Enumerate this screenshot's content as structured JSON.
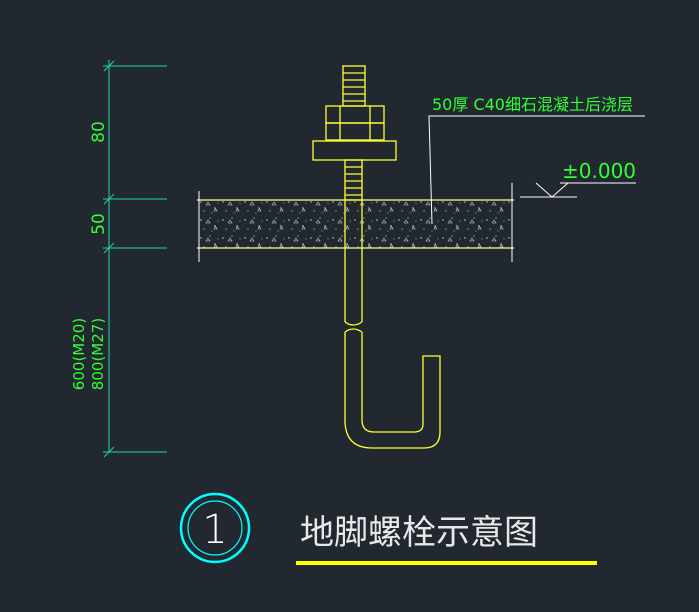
{
  "drawing": {
    "background": "#212830",
    "colors": {
      "dimension": "#1fd6a0",
      "dimension_text": "#33ff33",
      "bolt": "#ffff33",
      "concrete_edge": "#ffff99",
      "leader": "#ffffff",
      "level_mark": "#33ff33",
      "callout_ring": "#00ffff",
      "title": "#e8e8e8",
      "title_underline": "#ffff00"
    },
    "dimensions": {
      "top": "80",
      "middle": "50",
      "bottom_line1": "600(M20)",
      "bottom_line2": "800(M27)"
    },
    "annotation": "50厚 C40细石混凝土后浇层",
    "level": "±0.000",
    "callout_number": "1",
    "title": "地脚螺栓示意图",
    "icons": [
      "anchor-bolt",
      "concrete-layer",
      "level-triangle",
      "callout-circle"
    ]
  }
}
